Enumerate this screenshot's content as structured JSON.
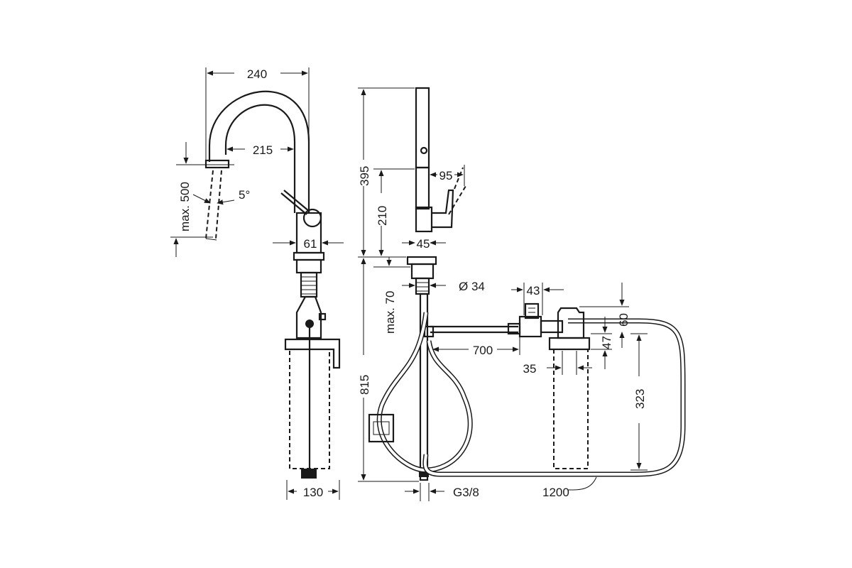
{
  "labels": {
    "d240": "240",
    "d215": "215",
    "dmax500": "max. 500",
    "d5deg": "5°",
    "d61": "61",
    "d130": "130",
    "d395": "395",
    "d210": "210",
    "d95": "95",
    "d45": "45",
    "dmax70": "max. 70",
    "d34": "Ø 34",
    "d43": "43",
    "d60": "60",
    "d700": "700",
    "d47": "47",
    "d35": "35",
    "d323": "323",
    "d815": "815",
    "dG38": "G3/8",
    "d1200": "1200"
  }
}
